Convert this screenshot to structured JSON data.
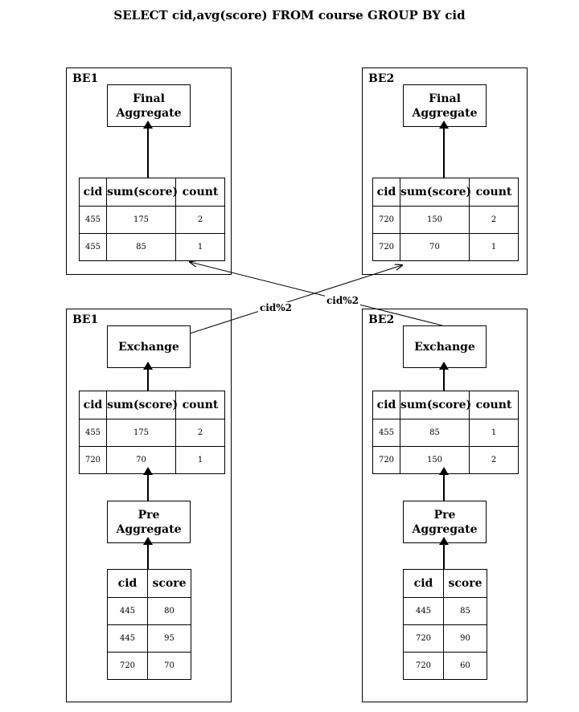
{
  "title": "SELECT cid,avg(score) FROM course GROUP BY cid",
  "final_stage": [
    {
      "label": "BE1",
      "operator": "Final\nAggregate",
      "table": {
        "headers": [
          "cid",
          "sum(score)",
          "count"
        ],
        "rows": [
          [
            "455",
            "175",
            "2"
          ],
          [
            "455",
            "85",
            "1"
          ]
        ]
      }
    },
    {
      "label": "BE2",
      "operator": "Final\nAggregate",
      "table": {
        "headers": [
          "cid",
          "sum(score)",
          "count"
        ],
        "rows": [
          [
            "720",
            "150",
            "2"
          ],
          [
            "720",
            "70",
            "1"
          ]
        ]
      }
    }
  ],
  "lower_stage": [
    {
      "label": "BE1",
      "exchange": "Exchange",
      "exchange_table": {
        "headers": [
          "cid",
          "sum(score)",
          "count"
        ],
        "rows": [
          [
            "455",
            "175",
            "2"
          ],
          [
            "720",
            "70",
            "1"
          ]
        ]
      },
      "pre_aggregate": "Pre Aggregate",
      "source_table": {
        "headers": [
          "cid",
          "score"
        ],
        "rows": [
          [
            "445",
            "80"
          ],
          [
            "445",
            "95"
          ],
          [
            "720",
            "70"
          ]
        ]
      }
    },
    {
      "label": "BE2",
      "exchange": "Exchange",
      "exchange_table": {
        "headers": [
          "cid",
          "sum(score)",
          "count"
        ],
        "rows": [
          [
            "455",
            "85",
            "1"
          ],
          [
            "720",
            "150",
            "2"
          ]
        ]
      },
      "pre_aggregate": "Pre Aggregate",
      "source_table": {
        "headers": [
          "cid",
          "score"
        ],
        "rows": [
          [
            "445",
            "85"
          ],
          [
            "720",
            "90"
          ],
          [
            "720",
            "60"
          ]
        ]
      }
    }
  ],
  "shuffle_labels": [
    "cid%2",
    "cid%2"
  ]
}
